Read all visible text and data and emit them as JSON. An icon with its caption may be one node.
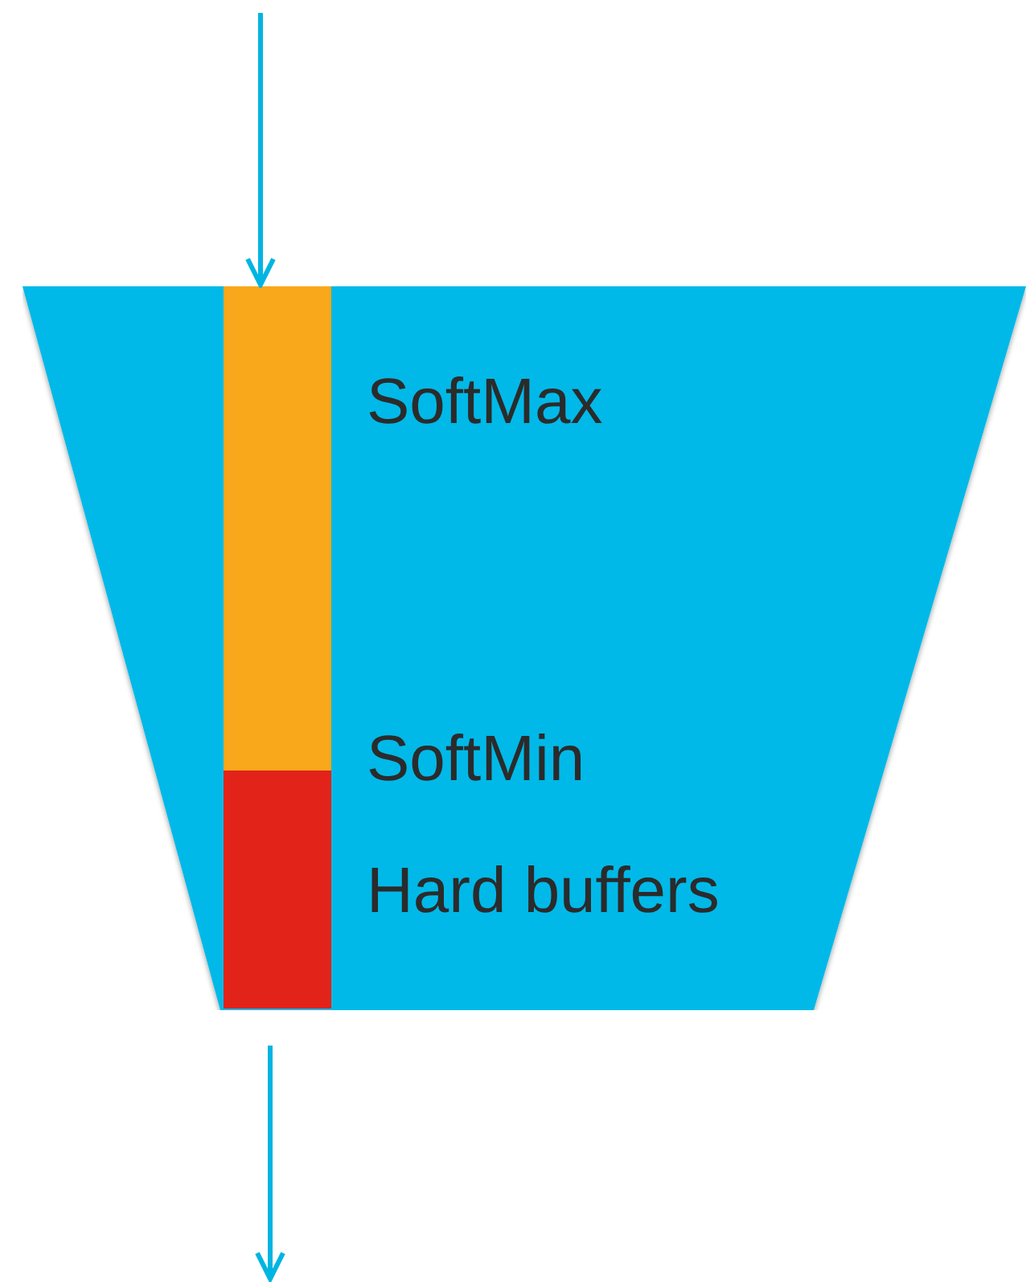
{
  "diagram": {
    "nodes": [
      {
        "text": [],
        "shape": "box"
      },
      {
        "text": [],
        "shape": "bar",
        "in": 0
      },
      {
        "text": [],
        "shape": "bar",
        "in": 0
      }
    ],
    "edges": [
      {
        "from": null,
        "to": 1,
        "arrow": "to"
      },
      {
        "from": 2,
        "to": null,
        "arrow": "to"
      }
    ],
    "labels": [
      "SoftMax",
      "SoftMin",
      "Hard buffers"
    ]
  }
}
